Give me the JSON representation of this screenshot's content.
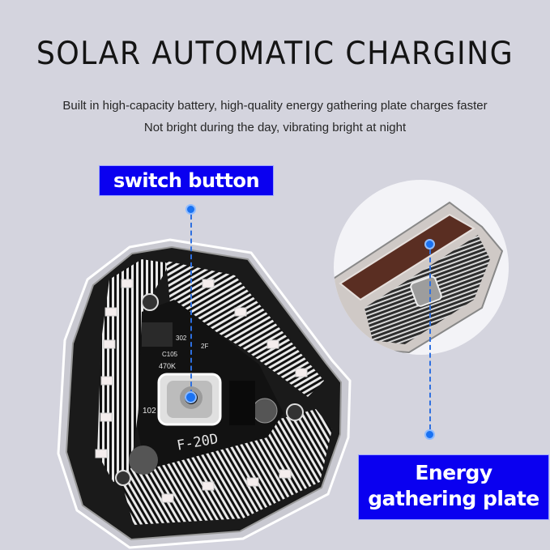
{
  "header": {
    "title": "SOLAR AUTOMATIC CHARGING",
    "subtitle_line_1": "Built in high-capacity battery, high-quality energy gathering plate charges faster",
    "subtitle_line_2": "Not bright during the day, vibrating bright at night"
  },
  "callouts": {
    "switch_button": "switch button",
    "energy_line_1": "Energy",
    "energy_line_2": "gathering plate"
  },
  "device": {
    "model_label": "F-20D",
    "component_labels": [
      "102",
      "470K",
      "C105",
      "302",
      "2F"
    ]
  },
  "colors": {
    "background": "#d4d4de",
    "label_fill": "#0a00f0",
    "marker": "#1a72f2"
  }
}
